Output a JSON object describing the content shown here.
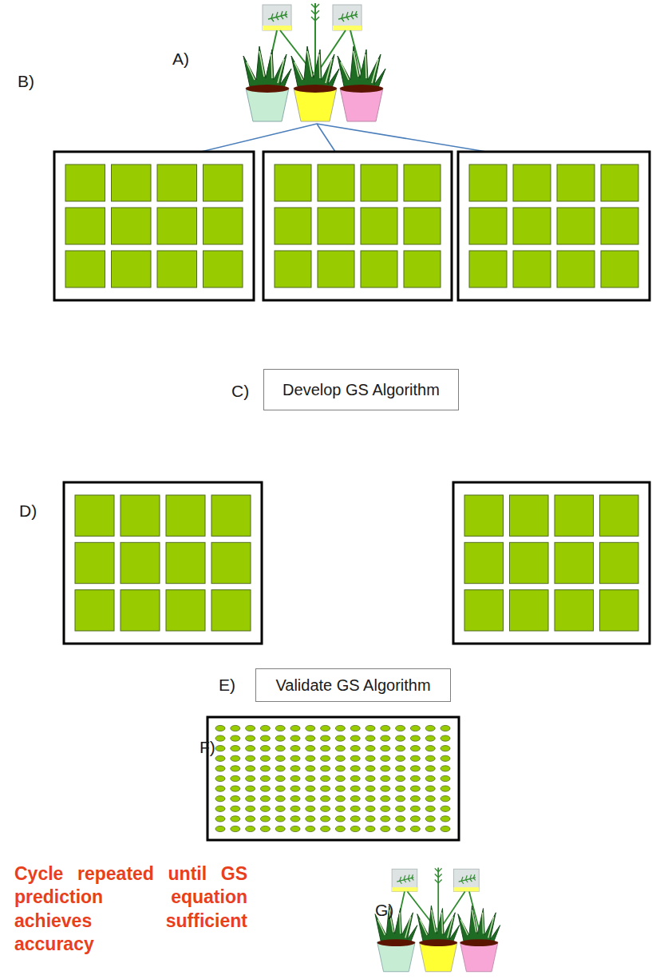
{
  "diagram": {
    "nodes": [
      {
        "text": [
          "Develop GS Algorithm"
        ]
      },
      {
        "text": [
          "Validate GS Algorithm"
        ]
      }
    ],
    "edges": [],
    "labels": [
      "A)",
      "B)",
      "C)",
      "D)",
      "E)",
      "F)",
      "G)",
      "Cycle repeated until GS prediction equation achieves sufficient accuracy"
    ]
  }
}
